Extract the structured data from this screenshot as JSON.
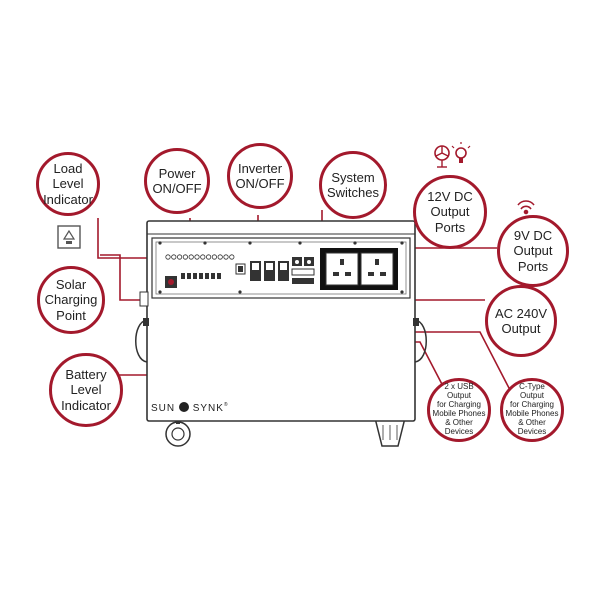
{
  "colors": {
    "accent": "#a3192c",
    "line": "#333333"
  },
  "brand": {
    "left": "SUN",
    "right": "SYNK",
    "mark": "®"
  },
  "icons": [
    "wall-socket-icon",
    "fan-icon",
    "light-bulb-icon",
    "wifi-signal-icon"
  ],
  "callouts": {
    "load_level": "Load\nLevel\nIndicator",
    "power": "Power\nON/OFF",
    "inverter": "Inverter\nON/OFF",
    "system_switches": "System\nSwitches",
    "dc12v": "12V DC\nOutput\nPorts",
    "dc9v": "9V DC\nOutput\nPorts",
    "solar": "Solar\nCharging\nPoint",
    "ac240v": "AC 240V\nOutput",
    "battery": "Battery\nLevel\nIndicator",
    "usb": "2 x USB\nOutput\nfor Charging\nMobile Phones\n& Other\nDevices",
    "ctype": "C-Type\nOutput\nfor Charging\nMobile Phones\n& Other\nDevices"
  }
}
